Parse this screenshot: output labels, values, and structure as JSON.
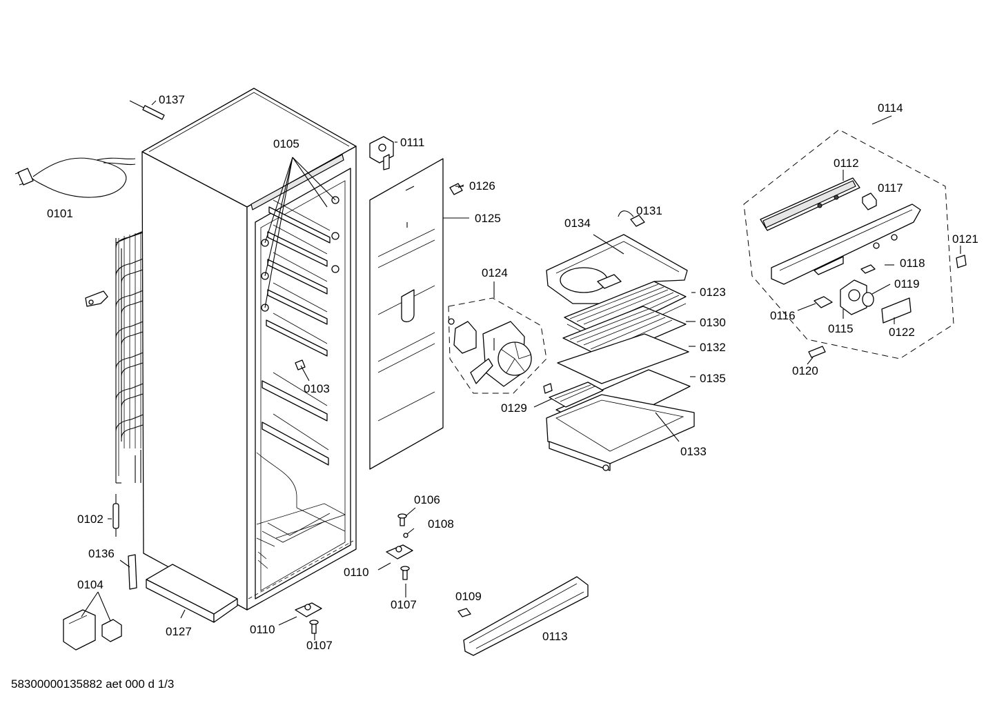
{
  "labels": {
    "p0101": "0101",
    "p0102": "0102",
    "p0103": "0103",
    "p0104": "0104",
    "p0105": "0105",
    "p0106": "0106",
    "p0107a": "0107",
    "p0107b": "0107",
    "p0108": "0108",
    "p0109": "0109",
    "p0110a": "0110",
    "p0110b": "0110",
    "p0111": "0111",
    "p0112": "0112",
    "p0113": "0113",
    "p0114": "0114",
    "p0115": "0115",
    "p0116": "0116",
    "p0117": "0117",
    "p0118": "0118",
    "p0119": "0119",
    "p0120": "0120",
    "p0121": "0121",
    "p0122": "0122",
    "p0123": "0123",
    "p0124": "0124",
    "p0125": "0125",
    "p0126": "0126",
    "p0127": "0127",
    "p0129": "0129",
    "p0130": "0130",
    "p0131": "0131",
    "p0132": "0132",
    "p0133": "0133",
    "p0134": "0134",
    "p0135": "0135",
    "p0136": "0136",
    "p0137": "0137"
  },
  "footer": "58300000135882 aet 000 d 1/3"
}
